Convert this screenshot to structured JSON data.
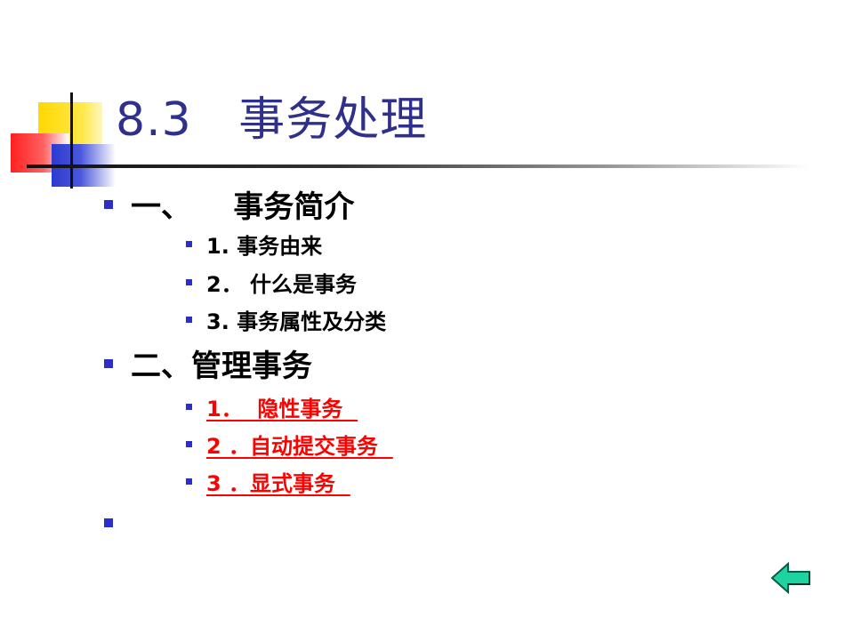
{
  "slide": {
    "title": "8.3   事务处理",
    "sections": [
      {
        "heading": "一、    事务简介",
        "items": [
          "1. 事务由来",
          "2． 什么是事务",
          "3. 事务属性及分类"
        ]
      },
      {
        "heading": "二、管理事务",
        "links": [
          "1．  隐性事务  ",
          "2 ．自动提交事务  ",
          "3 ．显式事务  "
        ]
      },
      {
        "heading": ""
      }
    ]
  },
  "colors": {
    "title": "#2f2f8c",
    "bullet": "#2b2ec8",
    "link": "#ff0000",
    "nav_arrow": "#1fd3a0"
  },
  "icons": {
    "nav": "back-arrow-icon"
  }
}
